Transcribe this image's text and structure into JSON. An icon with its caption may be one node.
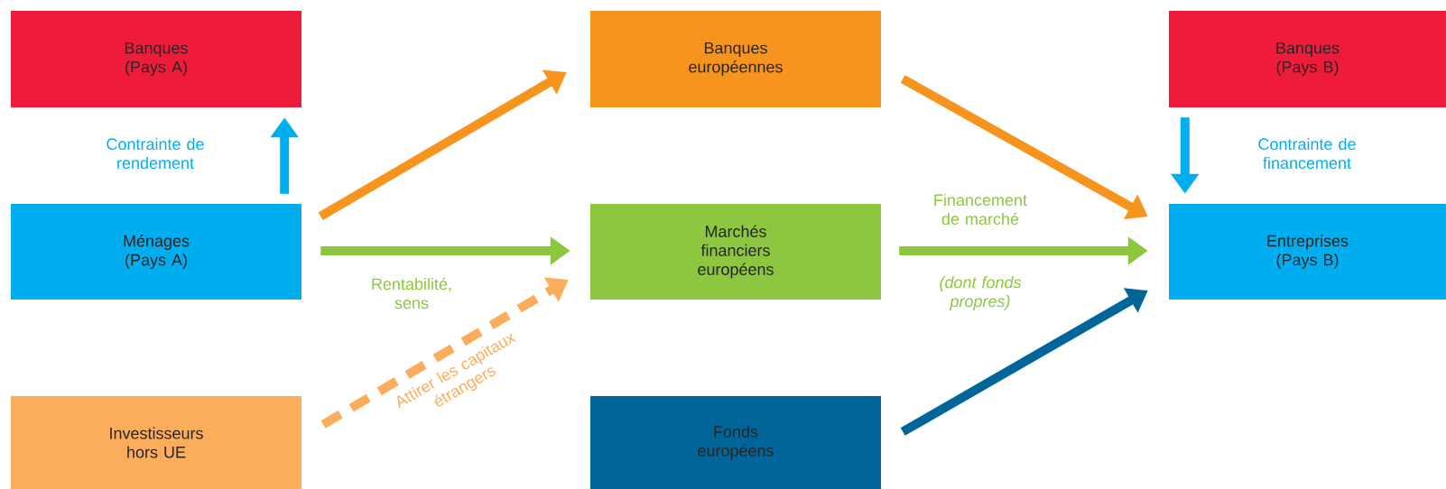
{
  "diagram": {
    "nodes": [
      {
        "text": [
          "Banques (Pays A)"
        ]
      },
      {
        "text": [
          "Banques européennes"
        ]
      },
      {
        "text": [
          "Banques (Pays B)"
        ]
      },
      {
        "text": [
          "Ménages (Pays A)"
        ]
      },
      {
        "text": [
          "Marchés financiers européens"
        ]
      },
      {
        "text": [
          "Entreprises (Pays B)"
        ]
      },
      {
        "text": [
          "Investisseurs hors UE"
        ]
      },
      {
        "text": [
          "Fonds européens"
        ]
      }
    ],
    "edges": [
      {
        "from": 3,
        "to": 0,
        "arrow": "to",
        "label": "Contrainte de rendement",
        "color": "#00aeef"
      },
      {
        "from": 2,
        "to": 5,
        "arrow": "to",
        "label": "Contrainte de financement",
        "color": "#00aeef"
      },
      {
        "from": 3,
        "to": 1,
        "arrow": "to",
        "color": "#f7941d"
      },
      {
        "from": 3,
        "to": 4,
        "arrow": "to",
        "label": "Rentabilité, sens",
        "color": "#8dc63f"
      },
      {
        "from": 6,
        "to": 4,
        "arrow": "to",
        "label": "Attirer les capitaux étrangers",
        "style": "dashed",
        "color": "#fbad5b"
      },
      {
        "from": 1,
        "to": 5,
        "arrow": "to",
        "color": "#f7941d"
      },
      {
        "from": 4,
        "to": 5,
        "arrow": "to",
        "label": "Financement de marché",
        "color": "#8dc63f"
      },
      {
        "from": 7,
        "to": 5,
        "arrow": "to",
        "color": "#006699"
      }
    ],
    "labels": [
      "(dont fonds propres)"
    ]
  }
}
